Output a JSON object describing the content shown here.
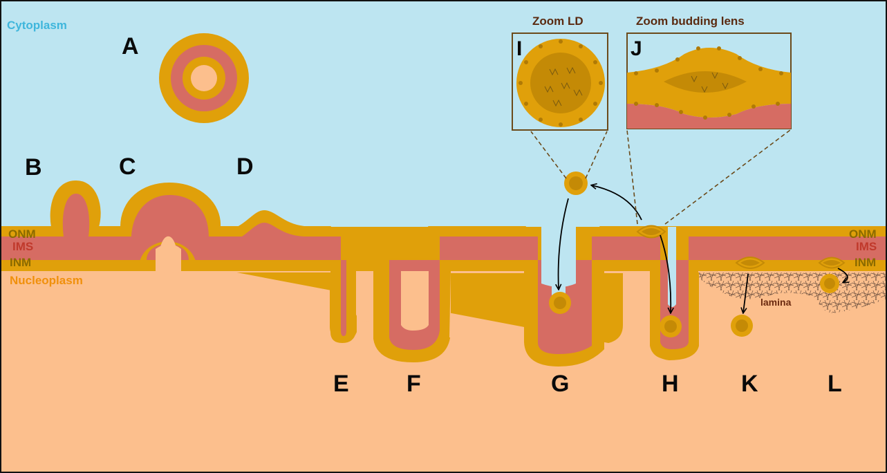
{
  "regions": {
    "cytoplasm": "Cytoplasm",
    "nucleoplasm": "Nucleoplasm",
    "lamina": "lamina"
  },
  "membranes": {
    "onm": "ONM",
    "ims": "IMS",
    "inm": "INM"
  },
  "panels": {
    "A": "A",
    "B": "B",
    "C": "C",
    "D": "D",
    "E": "E",
    "F": "F",
    "G": "G",
    "H": "H",
    "K": "K",
    "L": "L",
    "I": "I",
    "J": "J"
  },
  "zooms": {
    "ld_title": "Zoom LD",
    "lens_title": "Zoom budding lens"
  },
  "colors": {
    "cytoplasm": "#bde5f1",
    "nucleoplasm": "#fcbf8d",
    "membrane": "#e0a00a",
    "ims": "#d66c63",
    "lipid_core": "#c48a06",
    "cytoplasm_label": "#3fb6dc",
    "nucleoplasm_label": "#f0900c",
    "onm_label": "#8a6a00",
    "ims_label": "#c0392b",
    "frame": "#6b4a1a"
  }
}
